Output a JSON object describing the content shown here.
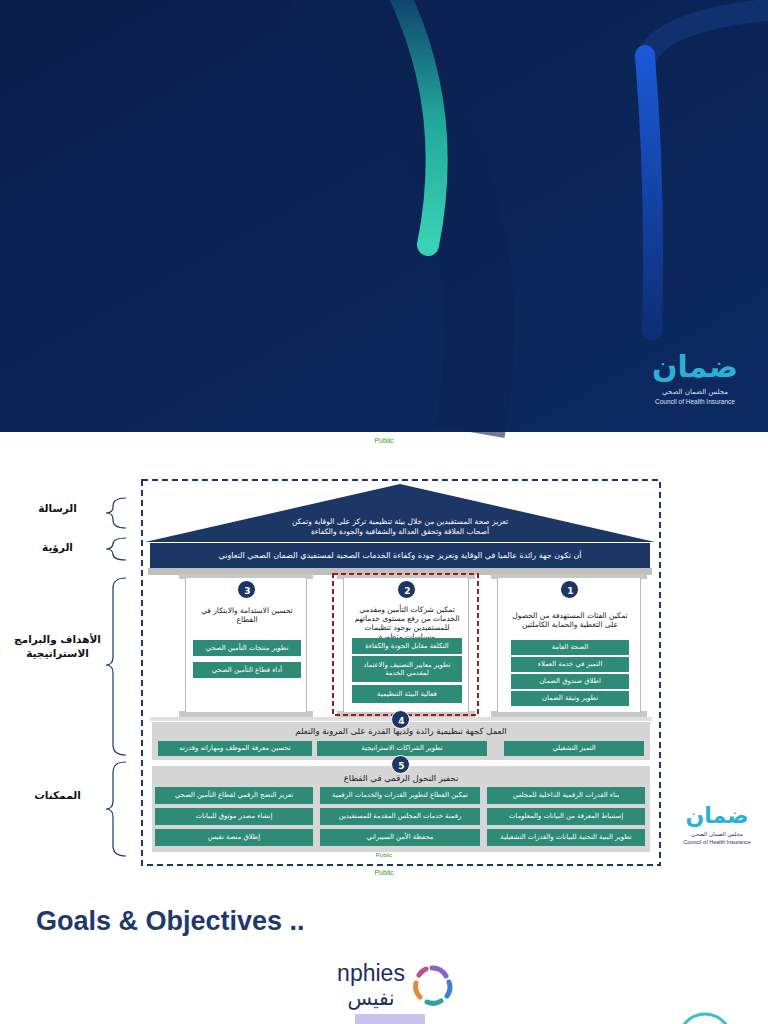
{
  "diagram": {
    "nodes": [
      {
        "text": [
          "تعزيز صحة المستفيدين من خلال بيئة تنظيمية تركز على الوقاية وتمكن أصحاب العلاقة وتحقق العدالة والشفافية والجودة والكفاءة"
        ]
      },
      {
        "text": [
          "أن تكون جهة رائدة عالميا في الوقاية وتعزيز جودة وكفاءة الخدمات الصحية لمستفيدي الضمان الصحي التعاوني"
        ]
      },
      {
        "text": [
          "تمكين الفئات المستهدفة من الحصول على التغطية والحماية الكاملتين"
        ]
      },
      {
        "text": [
          "1"
        ],
        "in": 2
      },
      {
        "text": [
          "الصحة العامة"
        ],
        "in": 2
      },
      {
        "text": [
          "التميز في خدمة العملاء"
        ],
        "in": 2
      },
      {
        "text": [
          "اطلاق صندوق الضمان"
        ],
        "in": 2
      },
      {
        "text": [
          "تطوير وثيقة الضمان"
        ],
        "in": 2
      },
      {
        "text": [
          "تمكين شركات التأمين ومقدمي الخدمات من رفع مستوى خدماتهم للمستفيدين بوجود تنظيمات وسياسات متطورة"
        ]
      },
      {
        "text": [
          "2"
        ],
        "in": 8
      },
      {
        "text": [
          "التكلفة مقابل الجودة والكفاءة"
        ],
        "in": 8
      },
      {
        "text": [
          "تطوير معايير التصنيف والاعتماد لمقدمي الخدمة"
        ],
        "in": 8
      },
      {
        "text": [
          "فعالية البيئة التنظيمية"
        ],
        "in": 8
      },
      {
        "text": [
          "تحسين الاستدامة والابتكار في القطاع"
        ]
      },
      {
        "text": [
          "3"
        ],
        "in": 13
      },
      {
        "text": [
          "تطوير منتجات التأمين الصحي"
        ],
        "in": 13
      },
      {
        "text": [
          "أداء قطاع التأمين الصحي"
        ],
        "in": 13
      },
      {
        "text": [
          "العمل كجهة تنظيمية رائدة ولديها القدرة على المرونة والتعلم"
        ]
      },
      {
        "text": [
          "4"
        ],
        "in": 17
      },
      {
        "text": [
          "التميز التشغيلي"
        ],
        "in": 17
      },
      {
        "text": [
          "تطوير الشراكات الاستراتيجية"
        ],
        "in": 17
      },
      {
        "text": [
          "تحسين معرفة الموظف ومهاراته وقدرته"
        ],
        "in": 17
      },
      {
        "text": [
          "تحفيز التحول الرقمي في القطاع"
        ]
      },
      {
        "text": [
          "5"
        ],
        "in": 22
      },
      {
        "text": [
          "بناء القدرات الرقمية الداخلية للمجلس"
        ],
        "in": 22
      },
      {
        "text": [
          "تمكين القطاع لتطوير القدرات والخدمات الرقمية"
        ],
        "in": 22
      },
      {
        "text": [
          "تعزيز النضج الرقمي لقطاع التأمين الصحي"
        ],
        "in": 22
      },
      {
        "text": [
          "إستنباط المعرفة من البيانات والمعلومات"
        ],
        "in": 22
      },
      {
        "text": [
          "رقمنة خدمات المجلس المقدمة للمستفيدين"
        ],
        "in": 22
      },
      {
        "text": [
          "إنشاء مصدر موثوق للبيانات"
        ],
        "in": 22
      },
      {
        "text": [
          "تطوير البنية التحتية للبيانات والقدرات التشغيلية"
        ],
        "in": 22
      },
      {
        "text": [
          "محفظة الأمن السيبراني"
        ],
        "in": 22
      },
      {
        "text": [
          "إطلاق منصة نفيس"
        ],
        "in": 22
      }
    ],
    "labels": [
      "Public",
      "الرسالة",
      "الرؤية",
      "الأهداف والبرامج الاستراتيجية",
      "الممكنات",
      "Public",
      "Public",
      "ضمان",
      "مجلس الضمان الصحي",
      "Council of Health Insurance",
      "ضمان",
      "مجلس الضمان الصحي",
      "Council of Health Insurance",
      "Goals & Objectives ..",
      "nphies",
      "نفيس"
    ]
  }
}
